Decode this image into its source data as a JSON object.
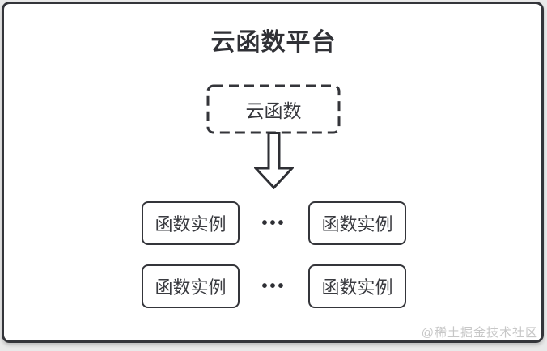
{
  "diagram": {
    "title": "云函数平台",
    "cloud_function": {
      "label": "云函数"
    },
    "arrow": {
      "icon": "down-arrow-icon",
      "direction": "down"
    },
    "rows": [
      {
        "left_label": "函数实例",
        "separator": "•••",
        "right_label": "函数实例"
      },
      {
        "left_label": "函数实例",
        "separator": "•••",
        "right_label": "函数实例"
      }
    ],
    "watermark": "@稀土掘金技术社区"
  },
  "colors": {
    "border": "#34353a",
    "text": "#3a3b40",
    "title_text": "#303136",
    "inner_background": "#ffffff",
    "outer_background": "#e9e9e9",
    "watermark_text": "#c7c7c7"
  }
}
